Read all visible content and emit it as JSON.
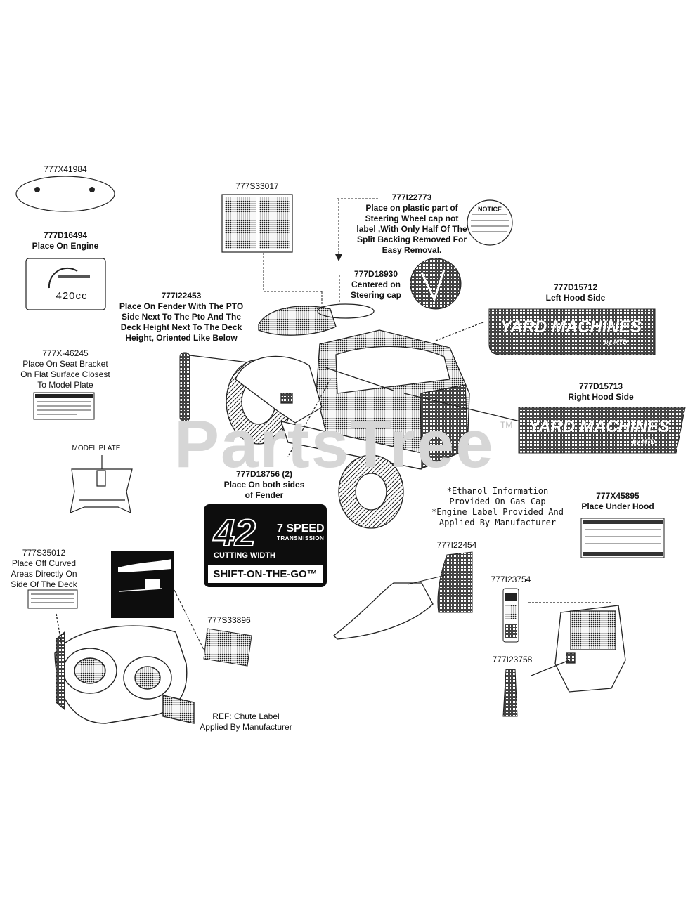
{
  "watermark": "PartsTree",
  "watermark_tm": "TM",
  "labels": {
    "p777X41984": "777X41984",
    "p777D16494": "777D16494\nPlace On Engine",
    "engine_plate_420": "420cc",
    "p777X46245": "777X-46245\nPlace On Seat Bracket\nOn Flat Surface Closest\nTo Model Plate",
    "model_plate": "MODEL PLATE",
    "p777S35012": "777S35012\nPlace Off Curved\nAreas Directly On\nSide Of The Deck",
    "p777S33017": "777S33017",
    "p777I22453": "777I22453\nPlace On Fender With The PTO\nSide Next To The Pto And The\nDeck Height Next To The Deck\nHeight, Oriented Like Below",
    "p777D18756": "777D18756 (2)\nPlace On both sides\nof Fender",
    "p777I22773": "777I22773\nPlace on plastic part of\nSteering Wheel cap not\nlabel ,With Only Half Of The\nSplit Backing Removed For\nEasy Removal.",
    "notice": "NOTICE",
    "p777D18930": "777D18930\nCentered on\nSteering cap",
    "p777D15712": "777D15712\nLeft Hood Side",
    "p777D15713": "777D15713\nRight Hood Side",
    "yard_machines": "YARD MACHINES",
    "by_mtd": "by MTD",
    "ethanol_note": "*Ethanol Information\nProvided On Gas Cap\n*Engine Label Provided And\nApplied By Manufacturer",
    "p777X45895": "777X45895\nPlace Under Hood",
    "p777I22454": "777I22454",
    "p777S33896": "777S33896",
    "p777I23754": "777I23754",
    "p777I23758": "777I23758",
    "chute_ref": "REF: Chute Label\nApplied By Manufacturer",
    "decal_42": "42",
    "decal_7speed": "7 SPEED",
    "decal_transmission": "TRANSMISSION",
    "decal_cutting": "CUTTING WIDTH",
    "decal_shift": "SHIFT-ON-THE-GO™"
  }
}
